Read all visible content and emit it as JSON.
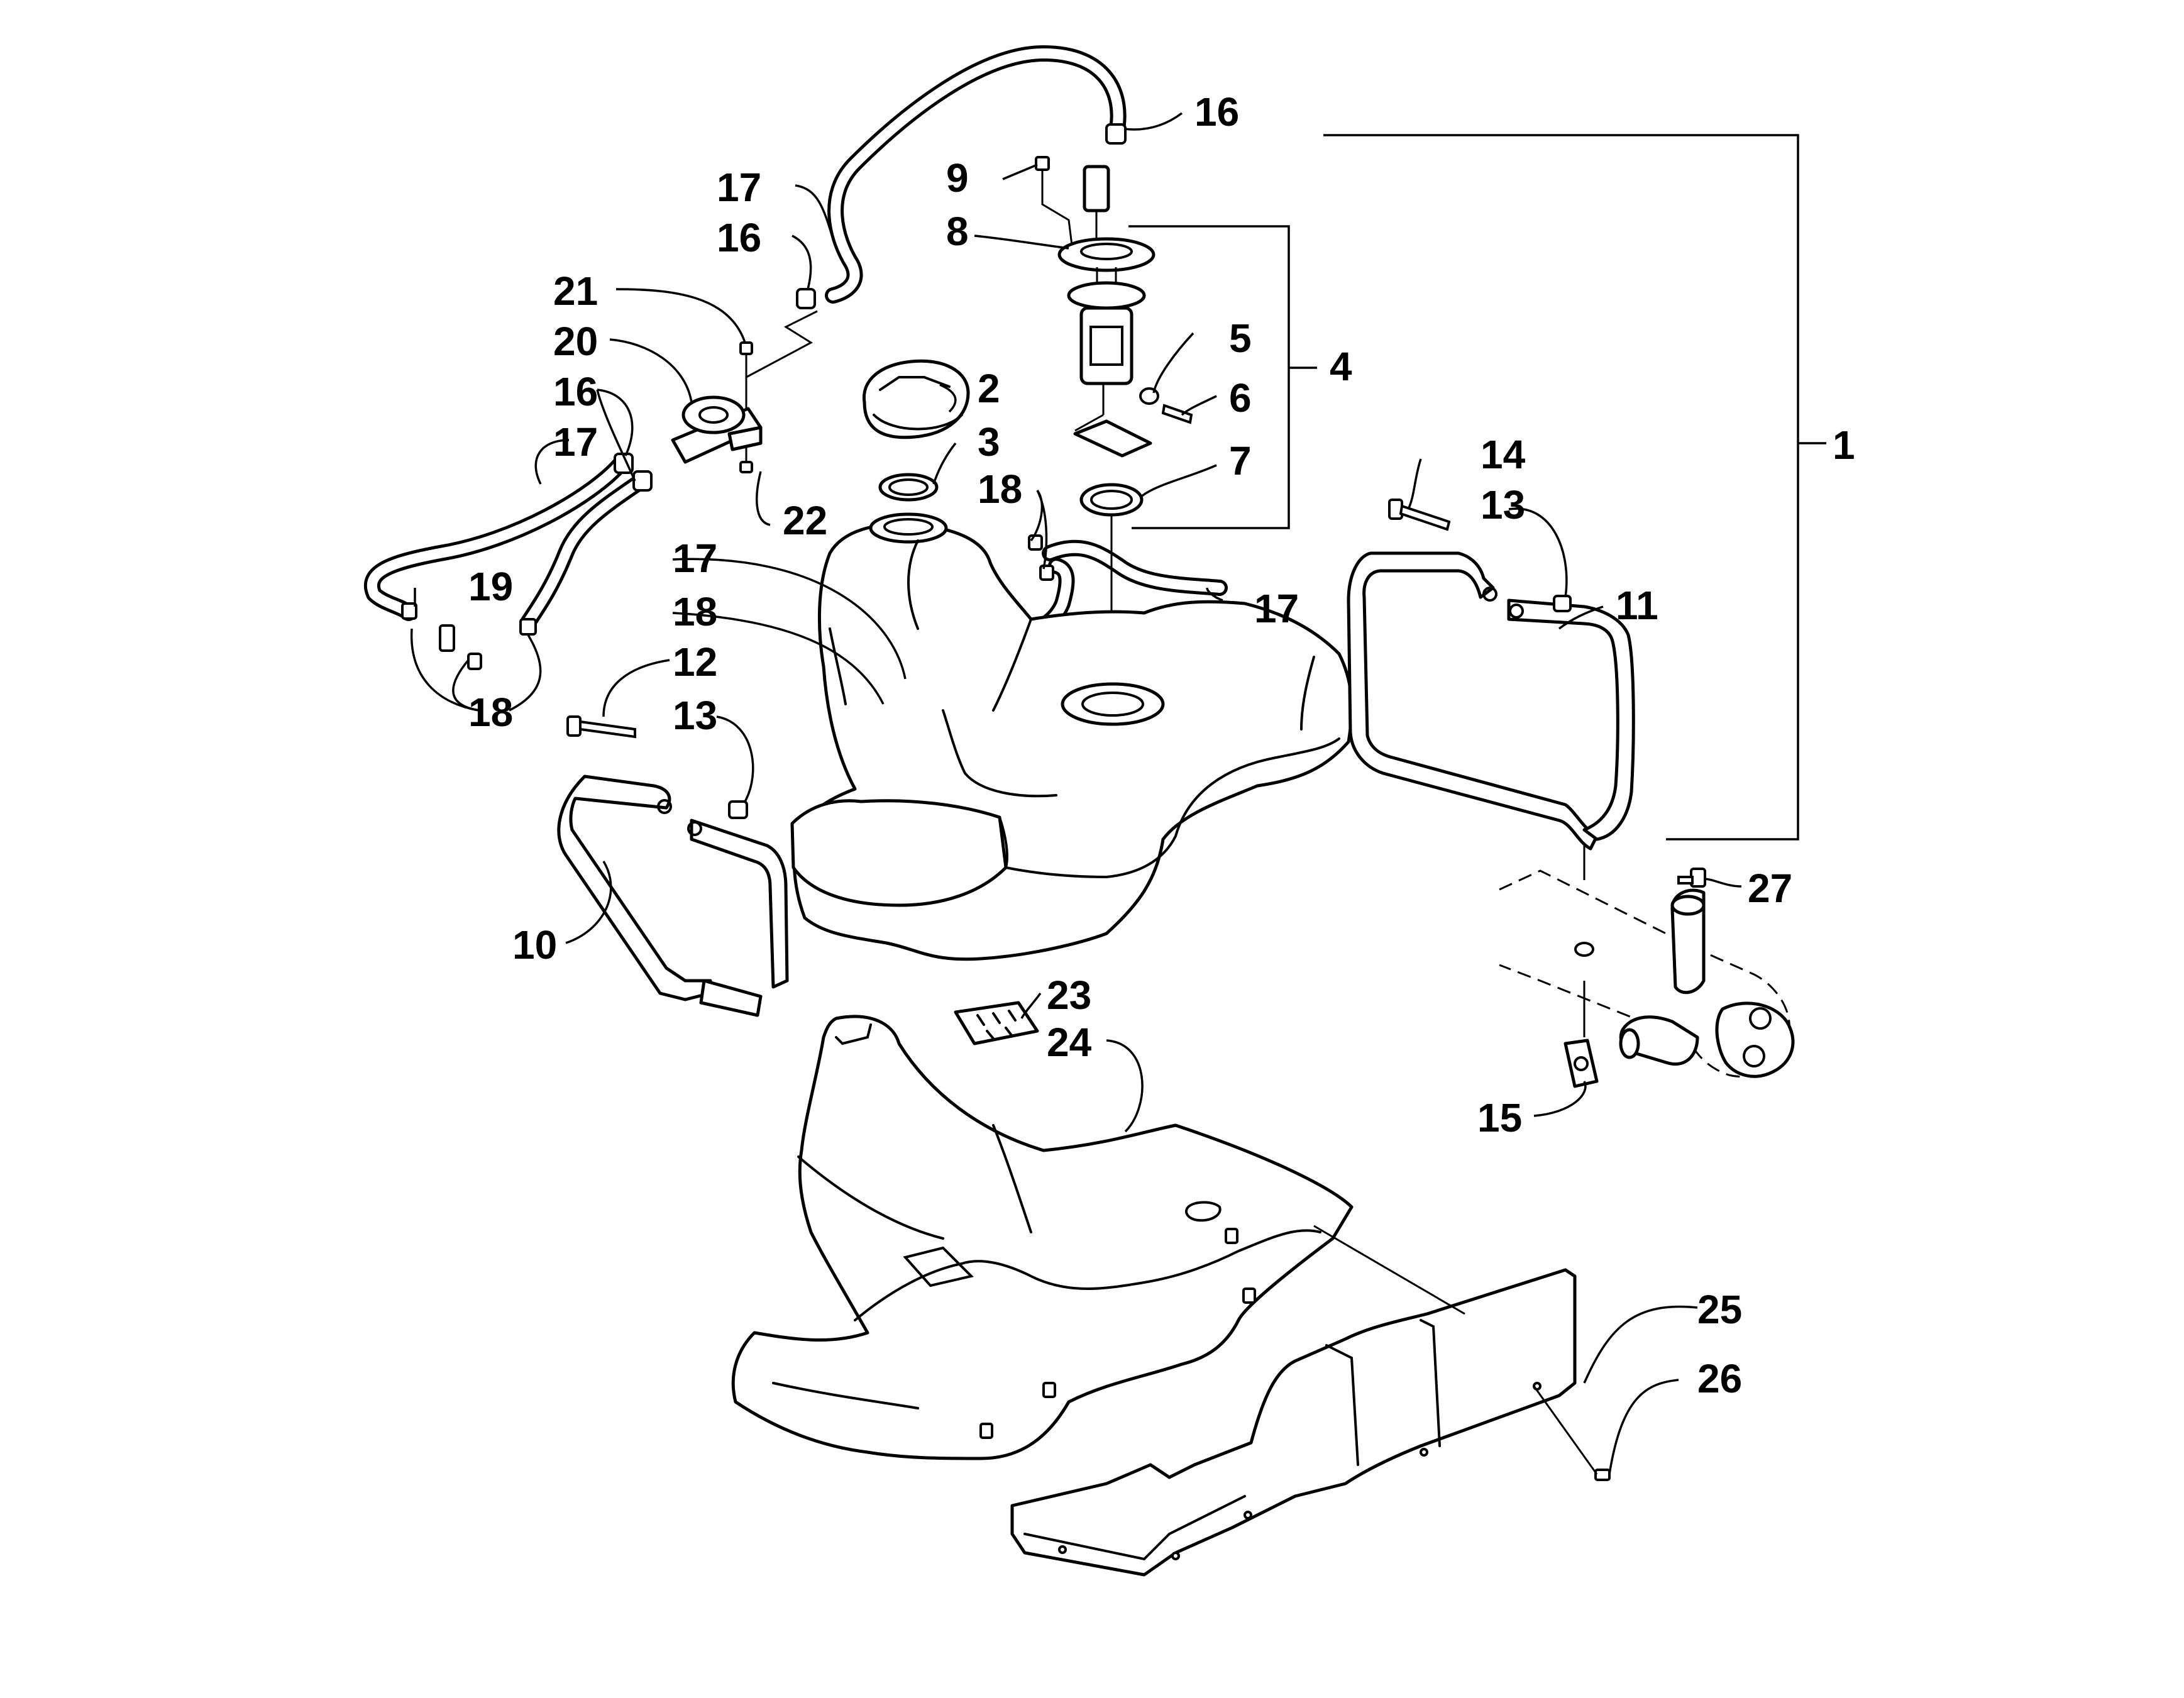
{
  "diagram": {
    "colors": {
      "line": "#000000",
      "background": "#ffffff"
    },
    "callouts": [
      {
        "id": "c16a",
        "text": "16"
      },
      {
        "id": "c9",
        "text": "9"
      },
      {
        "id": "c17a",
        "text": "17"
      },
      {
        "id": "c8",
        "text": "8"
      },
      {
        "id": "c16b",
        "text": "16"
      },
      {
        "id": "c21",
        "text": "21"
      },
      {
        "id": "c20",
        "text": "20"
      },
      {
        "id": "c5",
        "text": "5"
      },
      {
        "id": "c2",
        "text": "2"
      },
      {
        "id": "c4",
        "text": "4"
      },
      {
        "id": "c16c",
        "text": "16"
      },
      {
        "id": "c6",
        "text": "6"
      },
      {
        "id": "c17b",
        "text": "17"
      },
      {
        "id": "c3",
        "text": "3"
      },
      {
        "id": "c1",
        "text": "1"
      },
      {
        "id": "c7",
        "text": "7"
      },
      {
        "id": "c14",
        "text": "14"
      },
      {
        "id": "c18a",
        "text": "18"
      },
      {
        "id": "c13a",
        "text": "13"
      },
      {
        "id": "c22",
        "text": "22"
      },
      {
        "id": "c17c",
        "text": "17"
      },
      {
        "id": "c19",
        "text": "19"
      },
      {
        "id": "c11",
        "text": "11"
      },
      {
        "id": "c17d",
        "text": "17"
      },
      {
        "id": "c18b",
        "text": "18"
      },
      {
        "id": "c12",
        "text": "12"
      },
      {
        "id": "c18c",
        "text": "18"
      },
      {
        "id": "c13b",
        "text": "13"
      },
      {
        "id": "c27",
        "text": "27"
      },
      {
        "id": "c10",
        "text": "10"
      },
      {
        "id": "c23",
        "text": "23"
      },
      {
        "id": "c24",
        "text": "24"
      },
      {
        "id": "c15",
        "text": "15"
      },
      {
        "id": "c25",
        "text": "25"
      },
      {
        "id": "c26",
        "text": "26"
      }
    ]
  }
}
